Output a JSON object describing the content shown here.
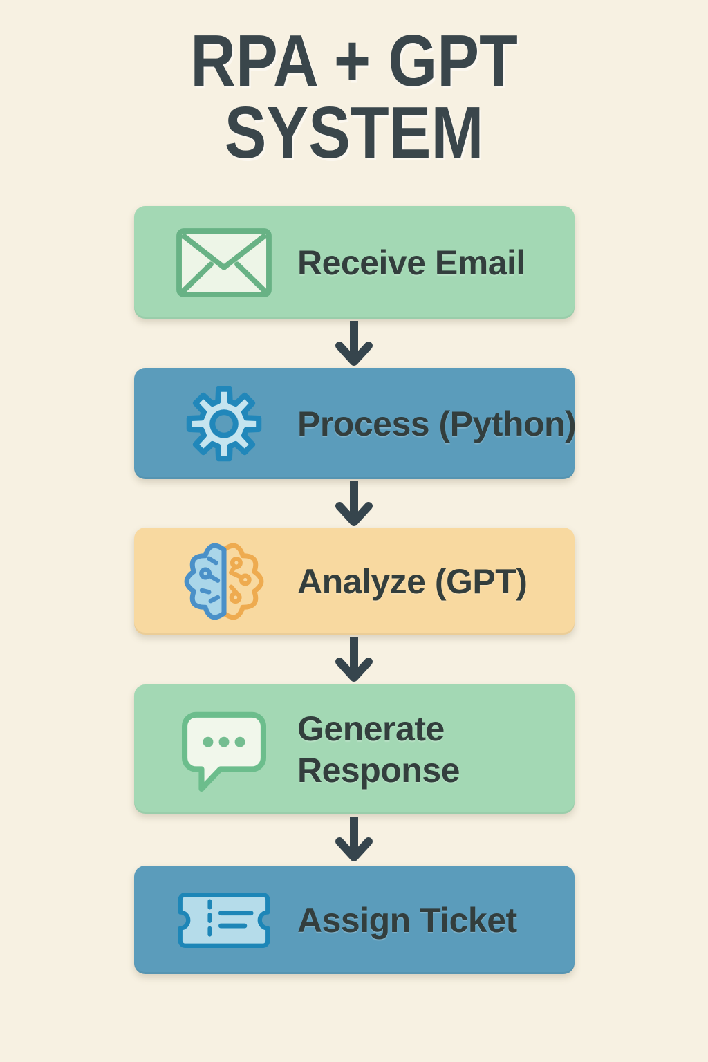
{
  "title": {
    "line1": "RPA + GPT",
    "line2": "SYSTEM"
  },
  "steps": [
    {
      "label": "Receive Email",
      "icon": "email-icon",
      "box_color": "#a3d8b4"
    },
    {
      "label": "Process (Python)",
      "icon": "gear-icon",
      "box_color": "#5b9cbb"
    },
    {
      "label": "Analyze (GPT)",
      "icon": "brain-icon",
      "box_color": "#f8d9a0"
    },
    {
      "label": "Generate Response",
      "icon": "chat-bubble-icon",
      "box_color": "#a3d8b4"
    },
    {
      "label": "Assign Ticket",
      "icon": "ticket-icon",
      "box_color": "#5b9cbb"
    }
  ],
  "colors": {
    "background": "#f7f1e2",
    "title_text": "#3a464b",
    "label_text": "#333e3d",
    "arrow": "#36454d",
    "green_box": "#a3d8b4",
    "blue_box": "#5b9cbb",
    "yellow_box": "#f8d9a0",
    "email_icon_stroke": "#68b285",
    "email_icon_fill": "#edf5e7",
    "gear_icon_stroke": "#2187ba",
    "gear_icon_fill": "#c5e4ef",
    "brain_left_stroke": "#4a90c8",
    "brain_left_fill": "#aad6e9",
    "brain_right_stroke": "#eeab50",
    "chat_icon_stroke": "#6cbd8c",
    "chat_icon_fill": "#f1f7eb",
    "ticket_icon_stroke": "#1d86b7",
    "ticket_icon_fill": "#b5dcea"
  }
}
